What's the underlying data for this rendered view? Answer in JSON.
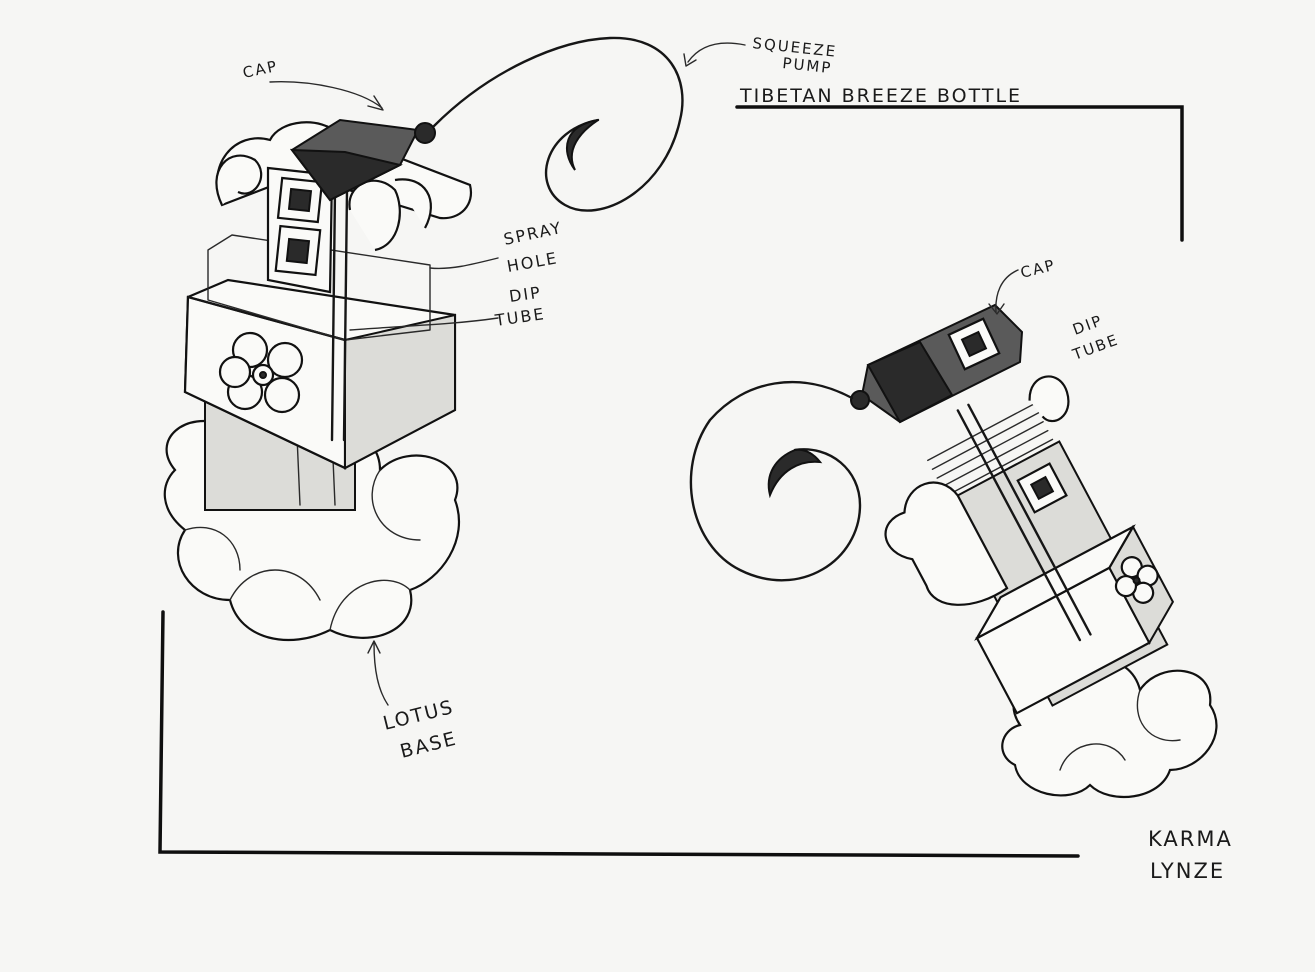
{
  "title": "TIBETAN BREEZE BOTTLE",
  "author": {
    "line1": "KARMA",
    "line2": "LYNZE"
  },
  "labels_left": {
    "cap": "CAP",
    "squeeze_pump_line1": "SQUEEZE",
    "squeeze_pump_line2": "PUMP",
    "spray_hole_line1": "SPRAY",
    "spray_hole_line2": "HOLE",
    "dip_tube_line1": "DIP",
    "dip_tube_line2": "TUBE",
    "lotus_base_line1": "LOTUS",
    "lotus_base_line2": "BASE"
  },
  "labels_right": {
    "cap": "CAP",
    "dip_tube_line1": "DIP",
    "dip_tube_line2": "TUBE"
  }
}
